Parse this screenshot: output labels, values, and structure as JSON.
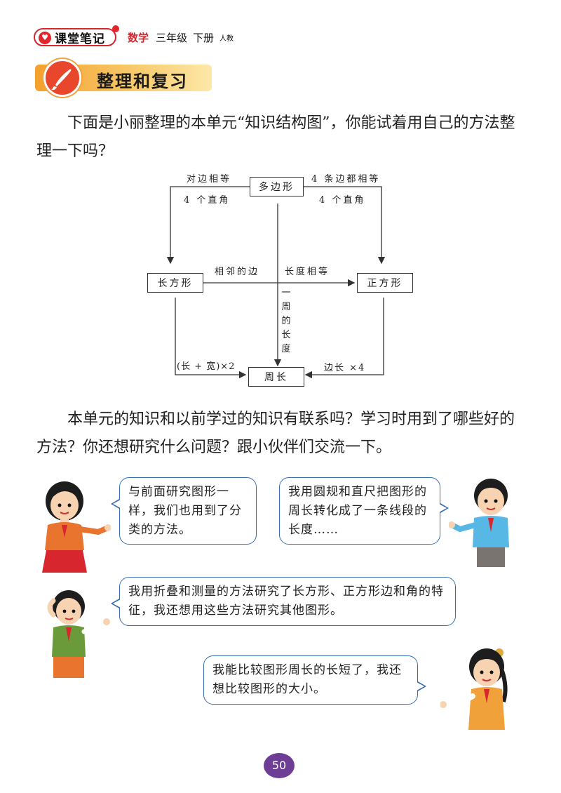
{
  "header": {
    "brand": "课堂笔记",
    "subject": "数学",
    "grade": "三年级",
    "term": "下册",
    "edition": "人教"
  },
  "section": {
    "title": "整理和复习",
    "icon": "brush-icon"
  },
  "intro": "下面是小丽整理的本单元“知识结构图”，你能试着用自己的方法整理一下吗？",
  "diagram": {
    "nodes": {
      "polygon": "多边形",
      "rectangle": "长方形",
      "square": "正方形",
      "perimeter": "周长"
    },
    "labels": {
      "left_top": "对边相等",
      "left_bottom": "4 个直角",
      "right_top": "4 条边都相等",
      "right_bottom": "4 个直角",
      "mid_left": "相邻的边",
      "mid_right": "长度相等",
      "center_vertical": "一周的长度",
      "rect_formula": "(长 + 宽)×2",
      "square_formula": "边长 ×4"
    }
  },
  "question": "本单元的知识和以前学过的知识有联系吗？学习时用到了哪些好的方法？你还想研究什么问题？跟小伙伴们交流一下。",
  "dialogues": [
    {
      "speaker": "girl-1",
      "text": "与前面研究图形一样，我们也用到了分类的方法。"
    },
    {
      "speaker": "boy-1",
      "text": "我用圆规和直尺把图形的周长转化成了一条线段的长度……"
    },
    {
      "speaker": "boy-2",
      "text": "我用折叠和测量的方法研究了长方形、正方形边和角的特征，我还想用这些方法研究其他图形。"
    },
    {
      "speaker": "girl-2",
      "text": "我能比较图形周长的长短了，我还想比较图形的大小。"
    }
  ],
  "page_number": "50",
  "colors": {
    "accent_red": "#d7262e",
    "banner_orange": "#f4a02b",
    "bubble_blue": "#3a6fb0",
    "page_purple": "#6e3e96"
  }
}
